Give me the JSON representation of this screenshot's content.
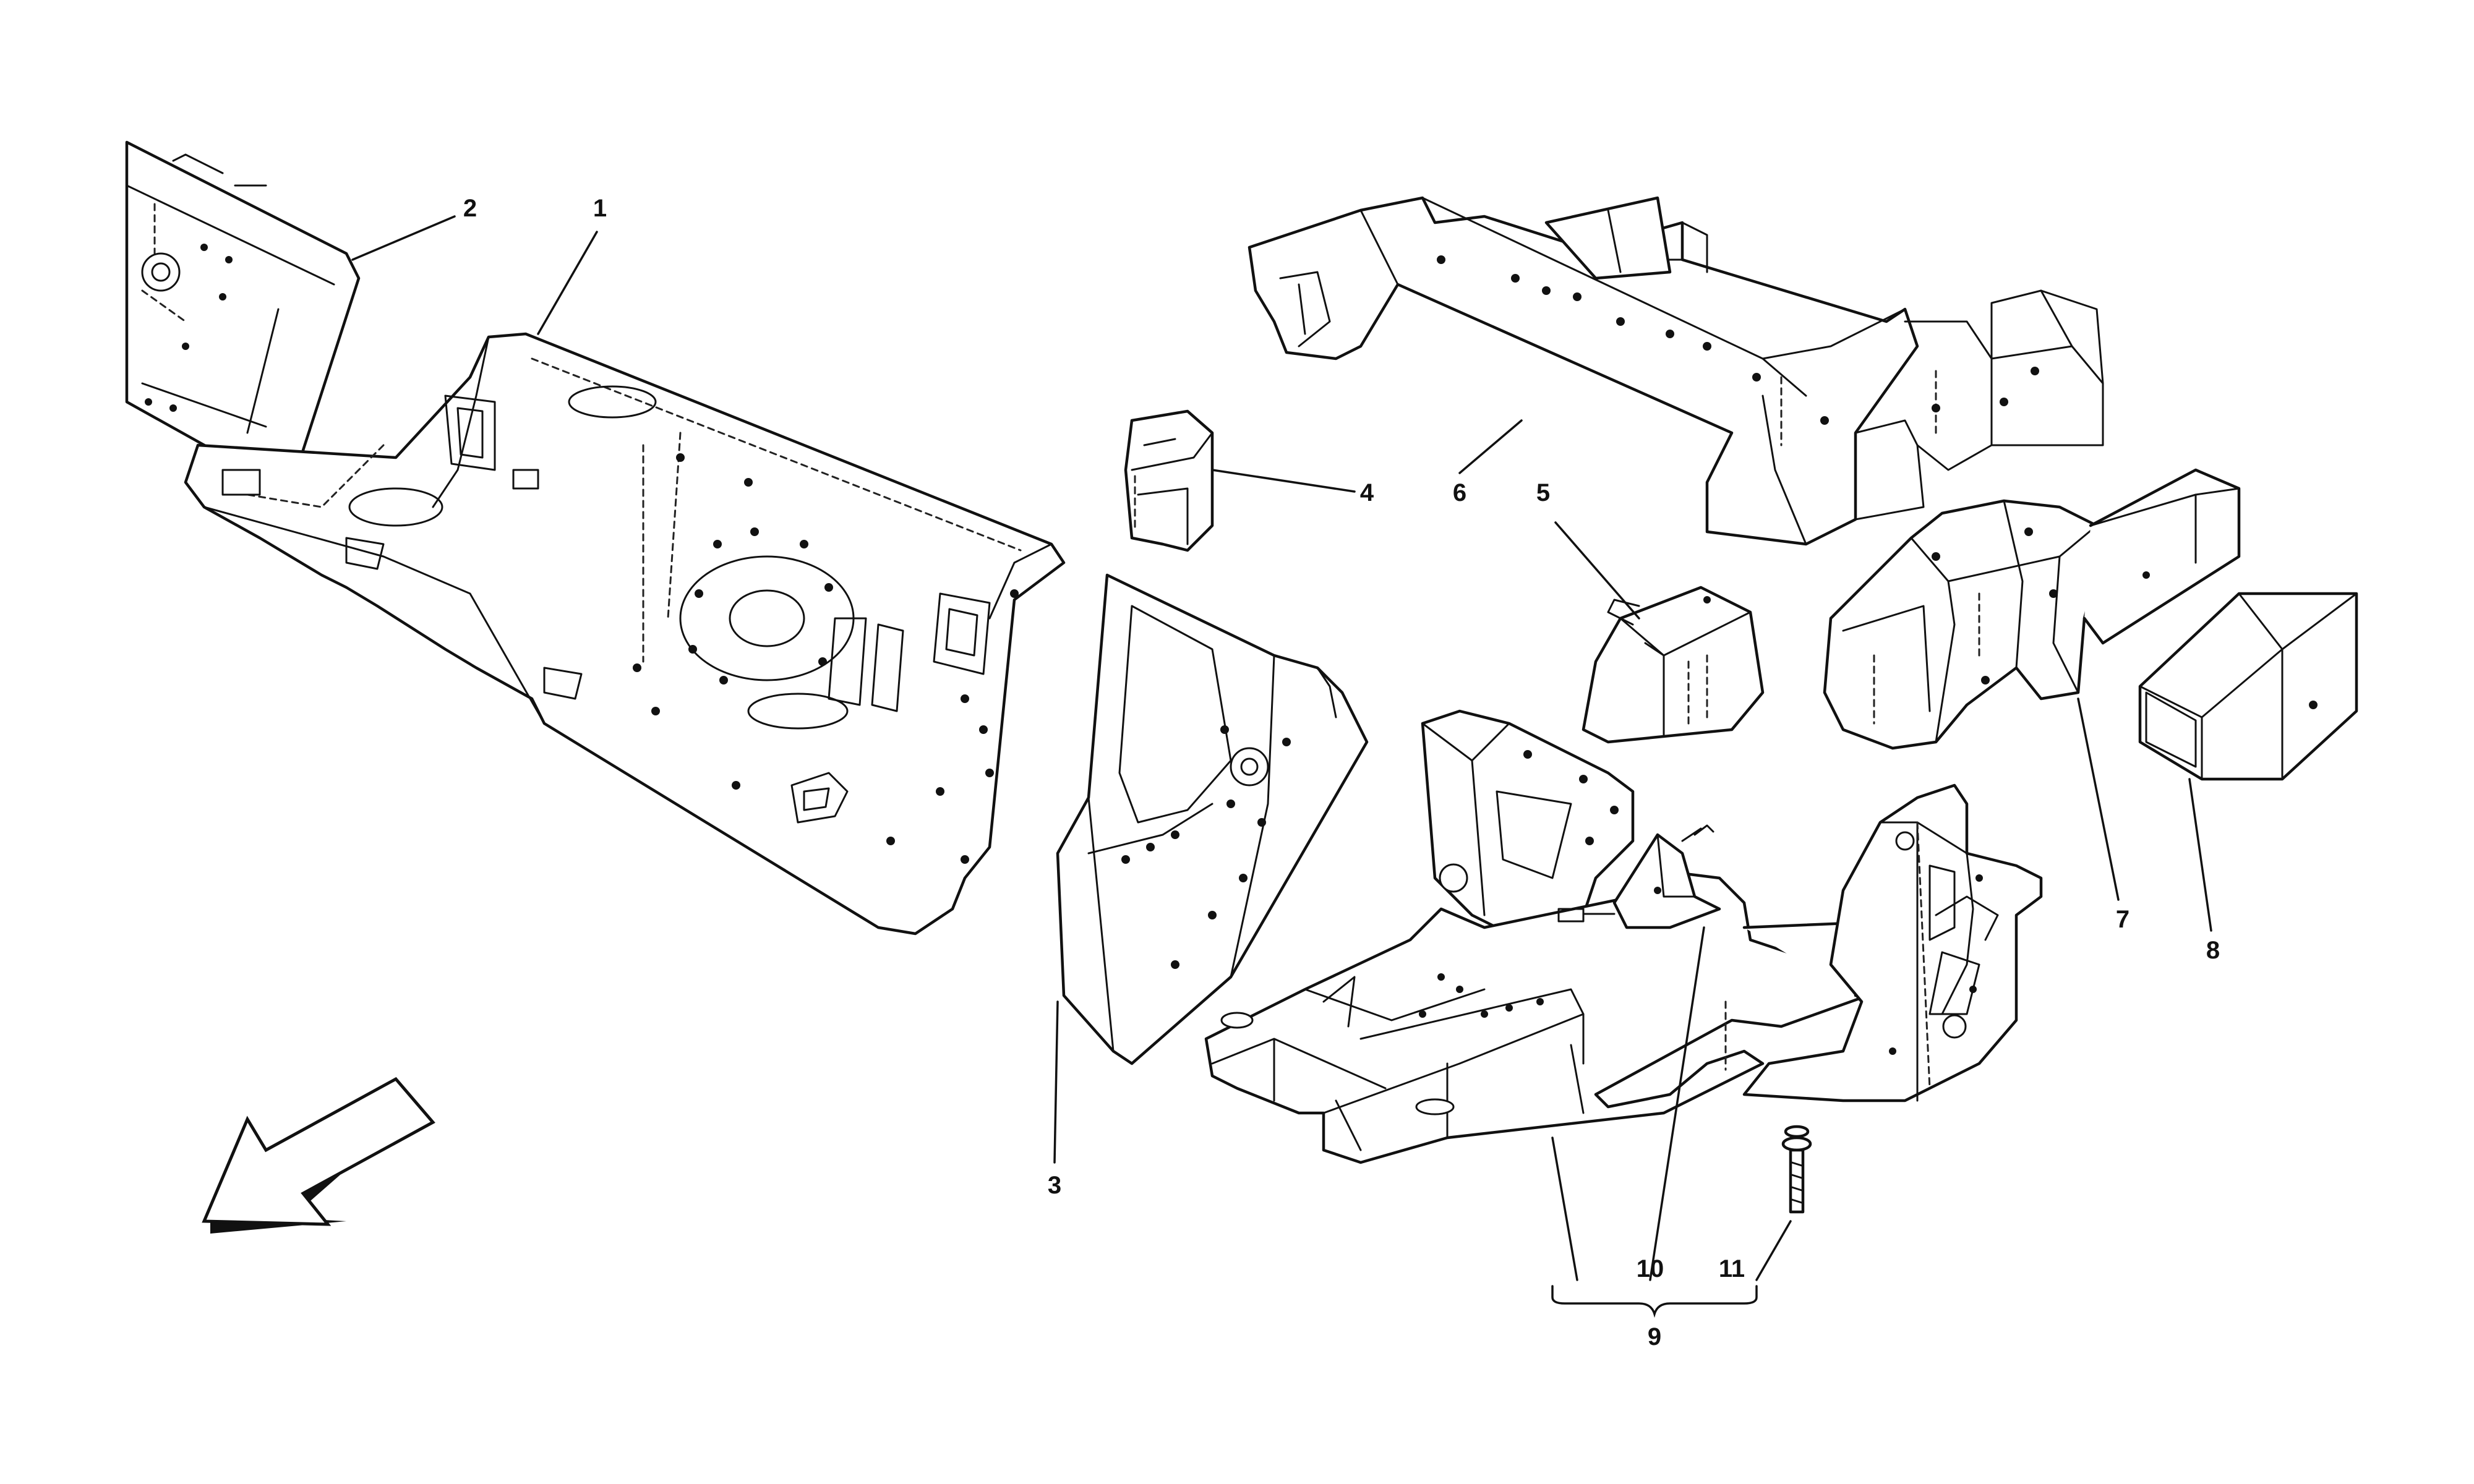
{
  "callouts": {
    "c1": "1",
    "c2": "2",
    "c3": "3",
    "c4": "4",
    "c5": "5",
    "c6": "6",
    "c7": "7",
    "c8": "8",
    "c9": "9",
    "c10": "10",
    "c11": "11"
  },
  "icons": {
    "direction_arrow": "direction-arrow-icon"
  },
  "colors": {
    "line": "#111111",
    "background": "#ffffff"
  }
}
